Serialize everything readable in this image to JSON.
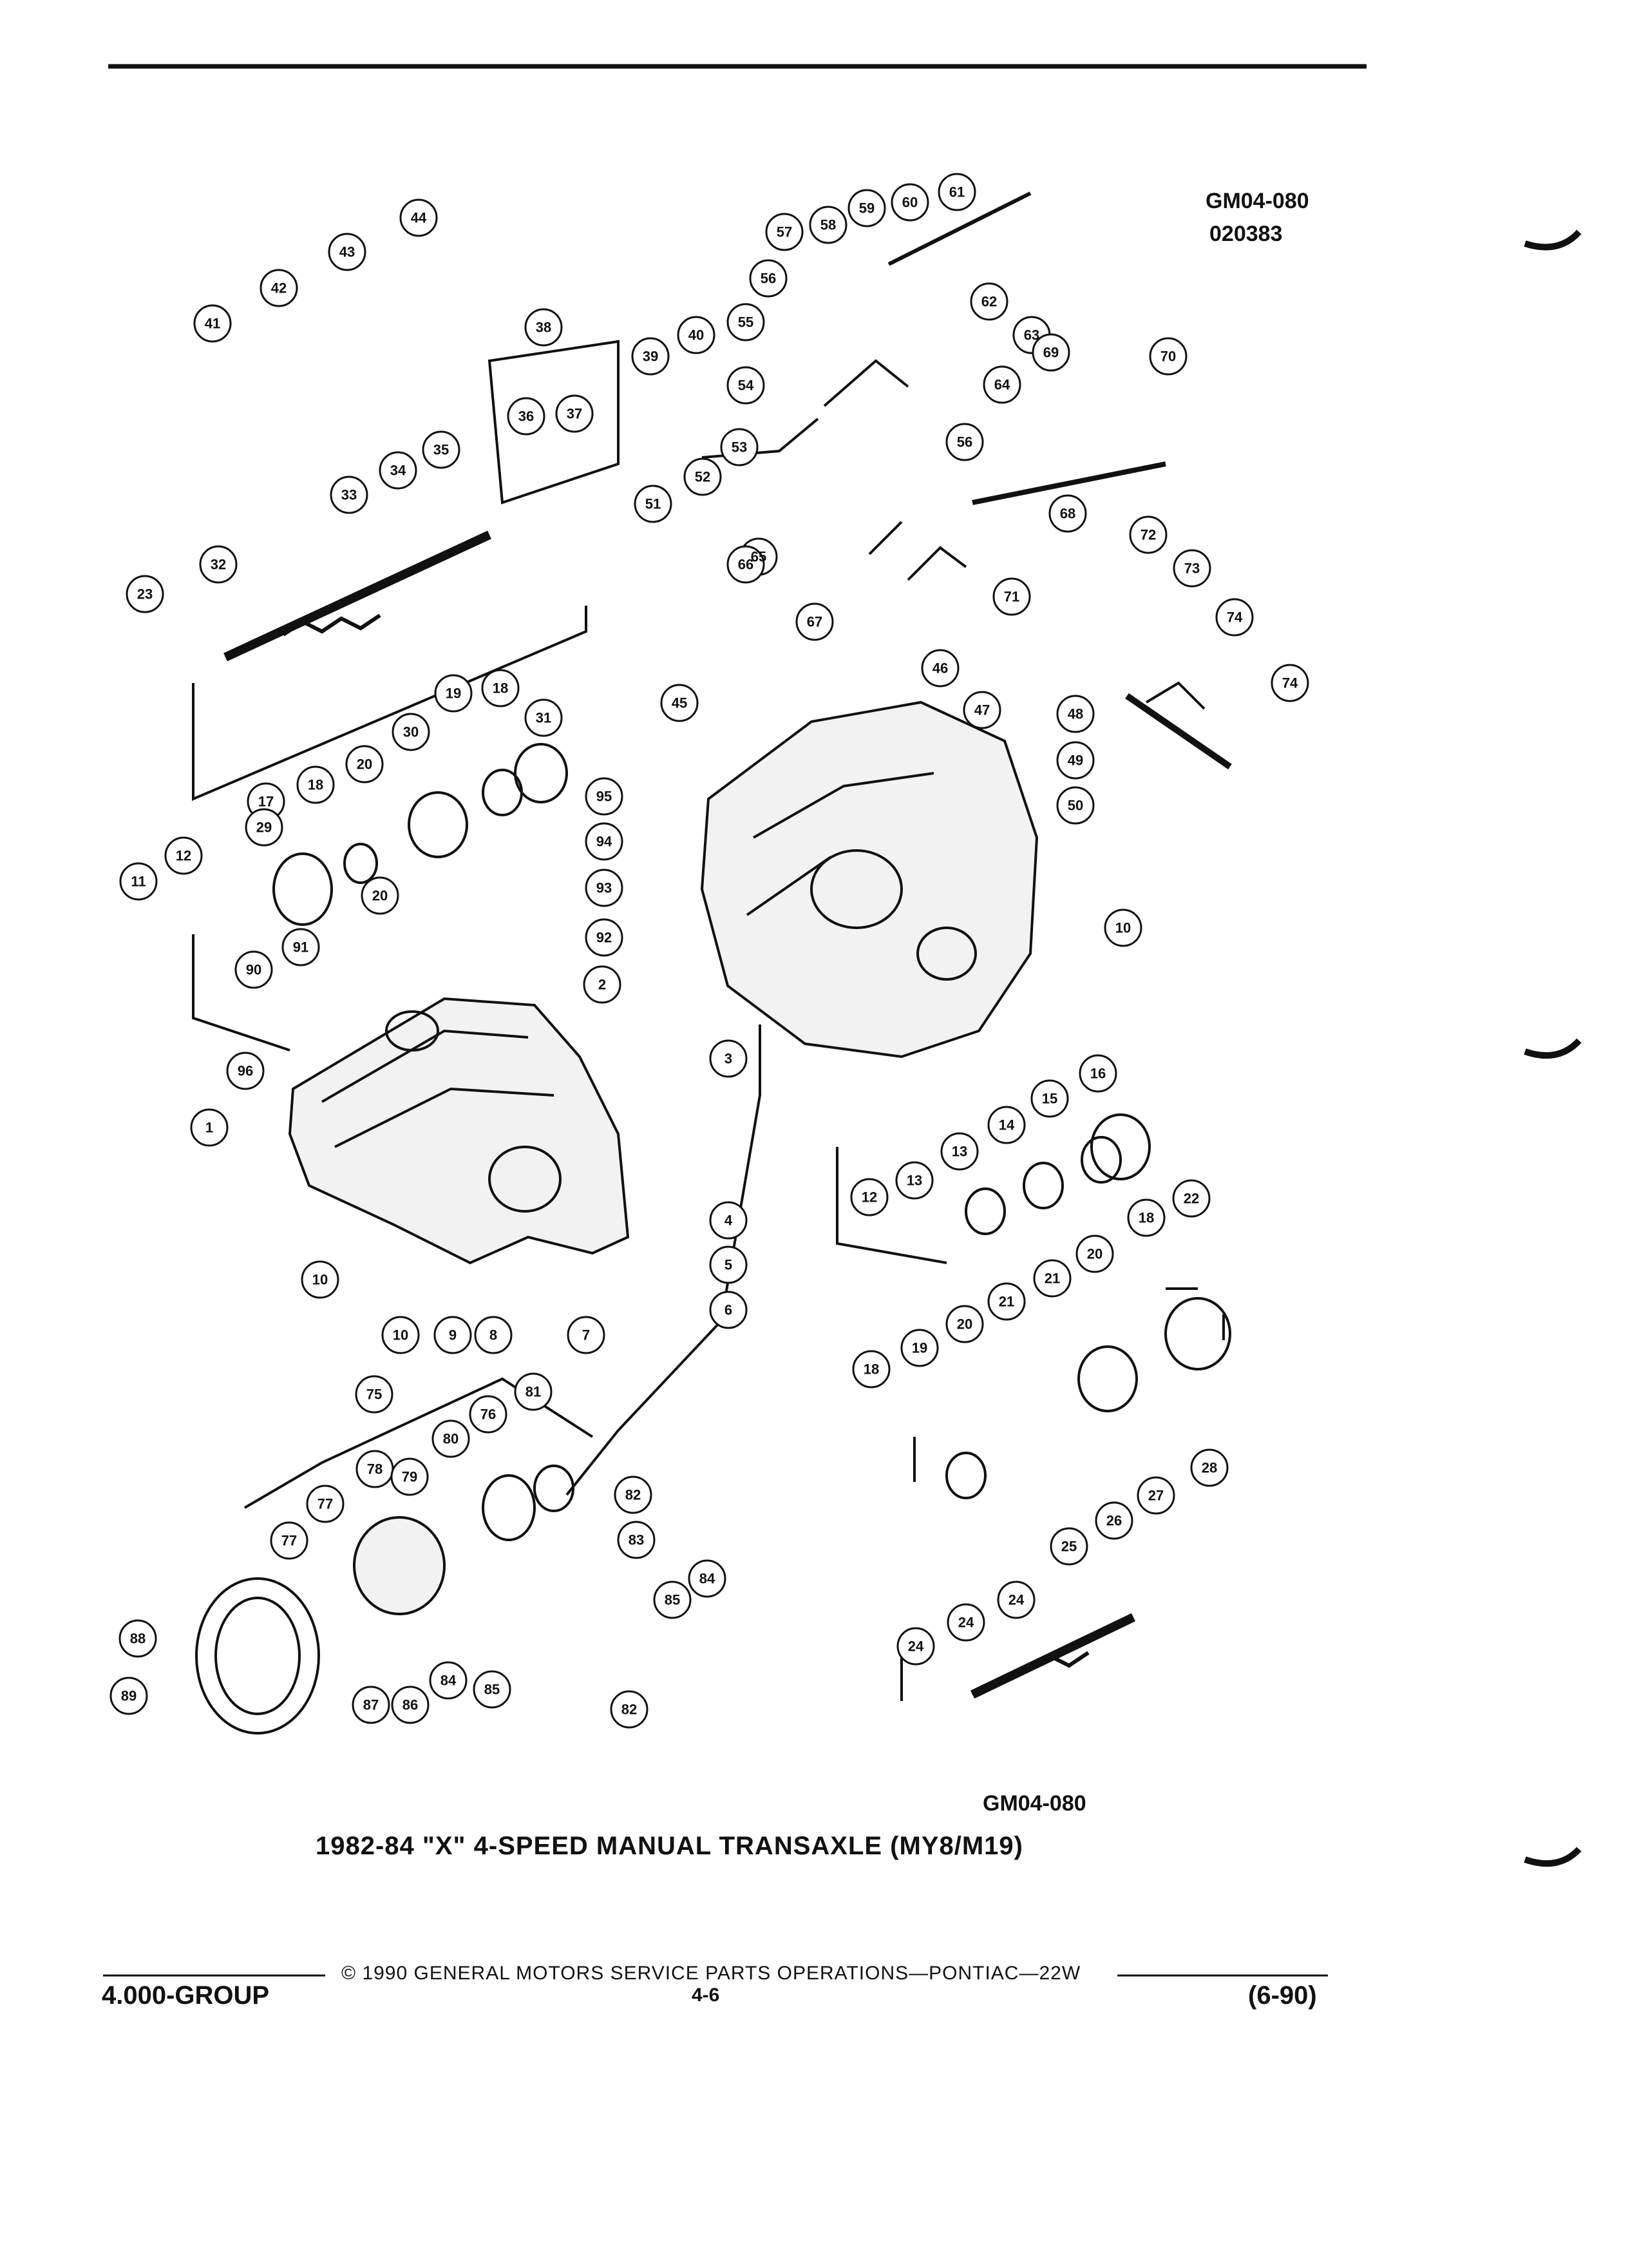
{
  "header": {
    "code": "GM04-080",
    "date": "020383"
  },
  "caption": {
    "code": "GM04-080",
    "title": "1982-84 \"X\" 4-SPEED MANUAL TRANSAXLE (MY8/M19)"
  },
  "footer": {
    "copyright": "© 1990  GENERAL MOTORS SERVICE PARTS OPERATIONS—PONTIAC—22W",
    "group": "4.000-GROUP",
    "page": "4-6",
    "date": "(6-90)"
  },
  "callouts": [
    "1",
    "2",
    "3",
    "4",
    "5",
    "6",
    "7",
    "8",
    "9",
    "10",
    "10",
    "10",
    "11",
    "12",
    "12",
    "13",
    "13",
    "14",
    "15",
    "16",
    "17",
    "18",
    "18",
    "18",
    "18",
    "19",
    "19",
    "20",
    "20",
    "20",
    "20",
    "21",
    "21",
    "22",
    "23",
    "24",
    "24",
    "24",
    "25",
    "26",
    "27",
    "28",
    "29",
    "30",
    "31",
    "32",
    "33",
    "34",
    "35",
    "36",
    "37",
    "38",
    "39",
    "40",
    "41",
    "42",
    "43",
    "44",
    "45",
    "46",
    "47",
    "48",
    "49",
    "50",
    "51",
    "52",
    "53",
    "54",
    "55",
    "56",
    "56",
    "57",
    "58",
    "59",
    "60",
    "61",
    "62",
    "63",
    "64",
    "65",
    "66",
    "67",
    "68",
    "69",
    "70",
    "71",
    "72",
    "73",
    "74",
    "74",
    "75",
    "76",
    "77",
    "77",
    "78",
    "79",
    "80",
    "81",
    "82",
    "82",
    "83",
    "84",
    "84",
    "85",
    "85",
    "86",
    "87",
    "88",
    "89",
    "90",
    "91",
    "92",
    "93",
    "94",
    "95",
    "96"
  ]
}
